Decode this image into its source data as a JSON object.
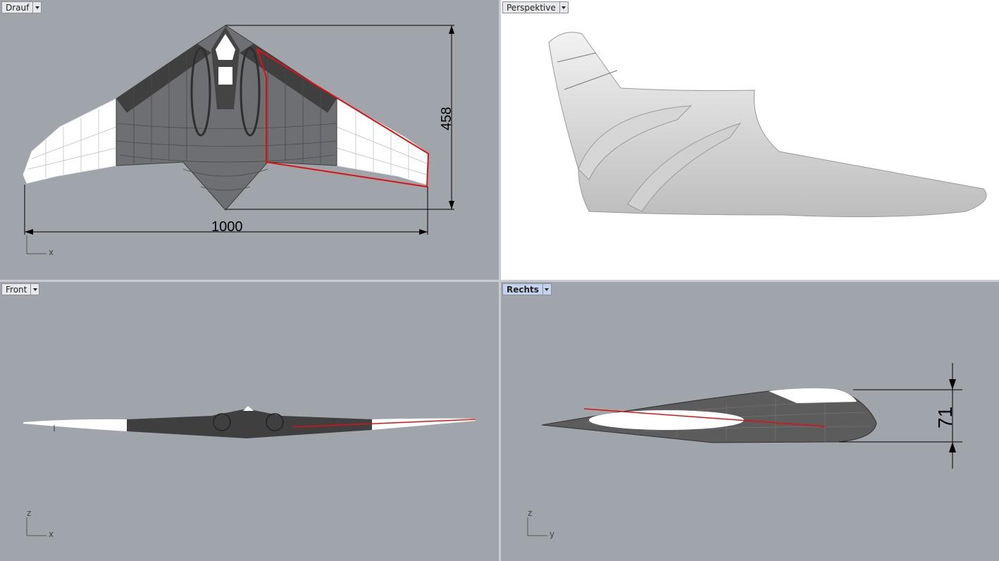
{
  "viewports": {
    "top": {
      "label": "Drauf",
      "axis_h": "x",
      "dims": {
        "width": "1000",
        "depth": "458"
      }
    },
    "perspective": {
      "label": "Perspektive"
    },
    "front": {
      "label": "Front",
      "axis_v": "z",
      "axis_h": "x"
    },
    "right": {
      "label": "Rechts",
      "axis_v": "z",
      "axis_h": "y",
      "dims": {
        "height": "71"
      }
    }
  },
  "colors": {
    "viewport_bg": "#a0a4ab",
    "wire_dark": "#4a4a4a",
    "selection": "#e01010",
    "render_bg": "#ffffff"
  },
  "icons": [
    "dropdown-icon",
    "axis-indicator-icon"
  ]
}
